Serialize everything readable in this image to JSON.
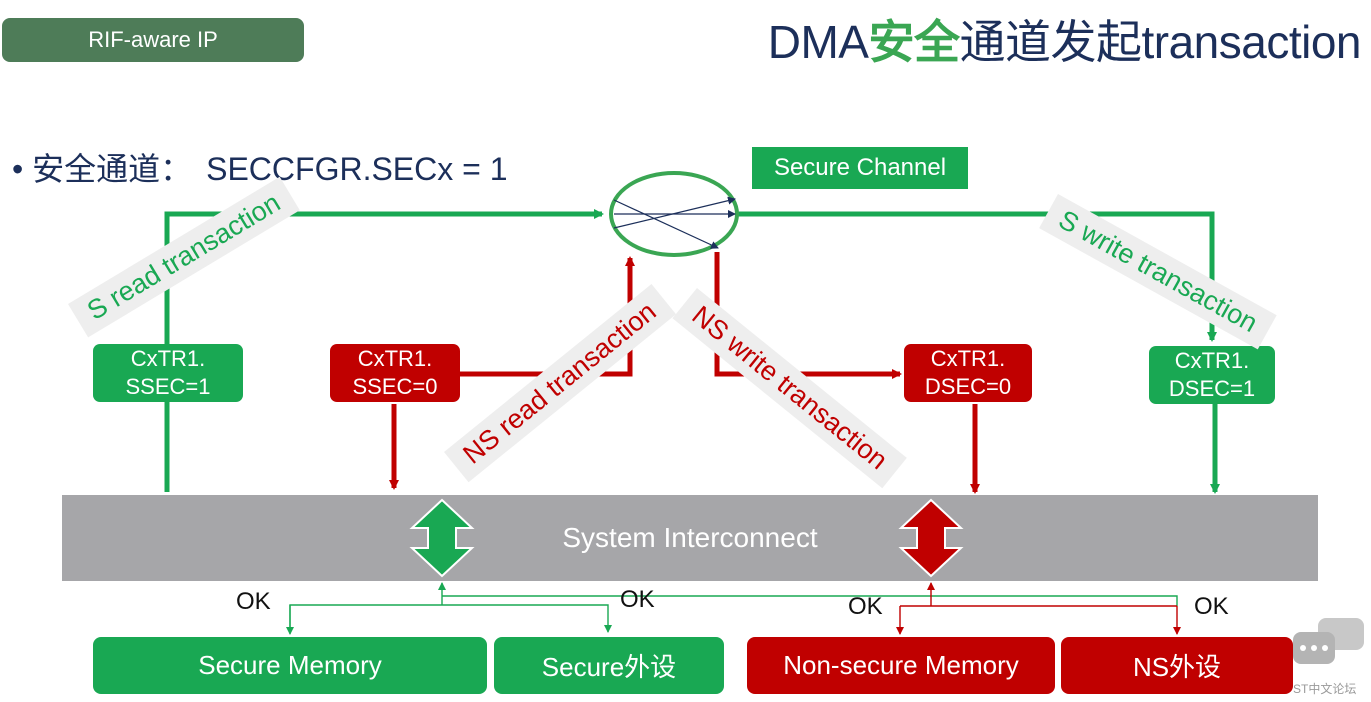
{
  "header": {
    "tag": "RIF-aware IP",
    "title_a": "DMA",
    "title_hl": "安全",
    "title_b": "通道发起transaction"
  },
  "bullet": {
    "marker": "•",
    "label": "安全通道：",
    "value": "SECCFGR.SECx = 1"
  },
  "channel_label": "Secure Channel",
  "registers": {
    "s_read": {
      "line1": "CxTR1.",
      "line2": "SSEC=1"
    },
    "ns_read": {
      "line1": "CxTR1.",
      "line2": "SSEC=0"
    },
    "ns_write": {
      "line1": "CxTR1.",
      "line2": "DSEC=0"
    },
    "s_write": {
      "line1": "CxTR1.",
      "line2": "DSEC=1"
    }
  },
  "transactions": {
    "s_read": "S read transaction",
    "ns_read": "NS read transaction",
    "ns_write": "NS write transaction",
    "s_write": "S write transaction"
  },
  "bus_label": "System Interconnect",
  "ok_labels": {
    "a": "OK",
    "b": "OK",
    "c": "OK",
    "d": "OK"
  },
  "targets": {
    "secure_memory": "Secure Memory",
    "secure_periph": "Secure外设",
    "ns_memory": "Non-secure Memory",
    "ns_periph": "NS外设"
  },
  "watermark": "ST中文论坛",
  "colors": {
    "green": "#19a853",
    "red": "#c00000",
    "title": "#1c2f5a",
    "bus": "#a6a6a9"
  }
}
